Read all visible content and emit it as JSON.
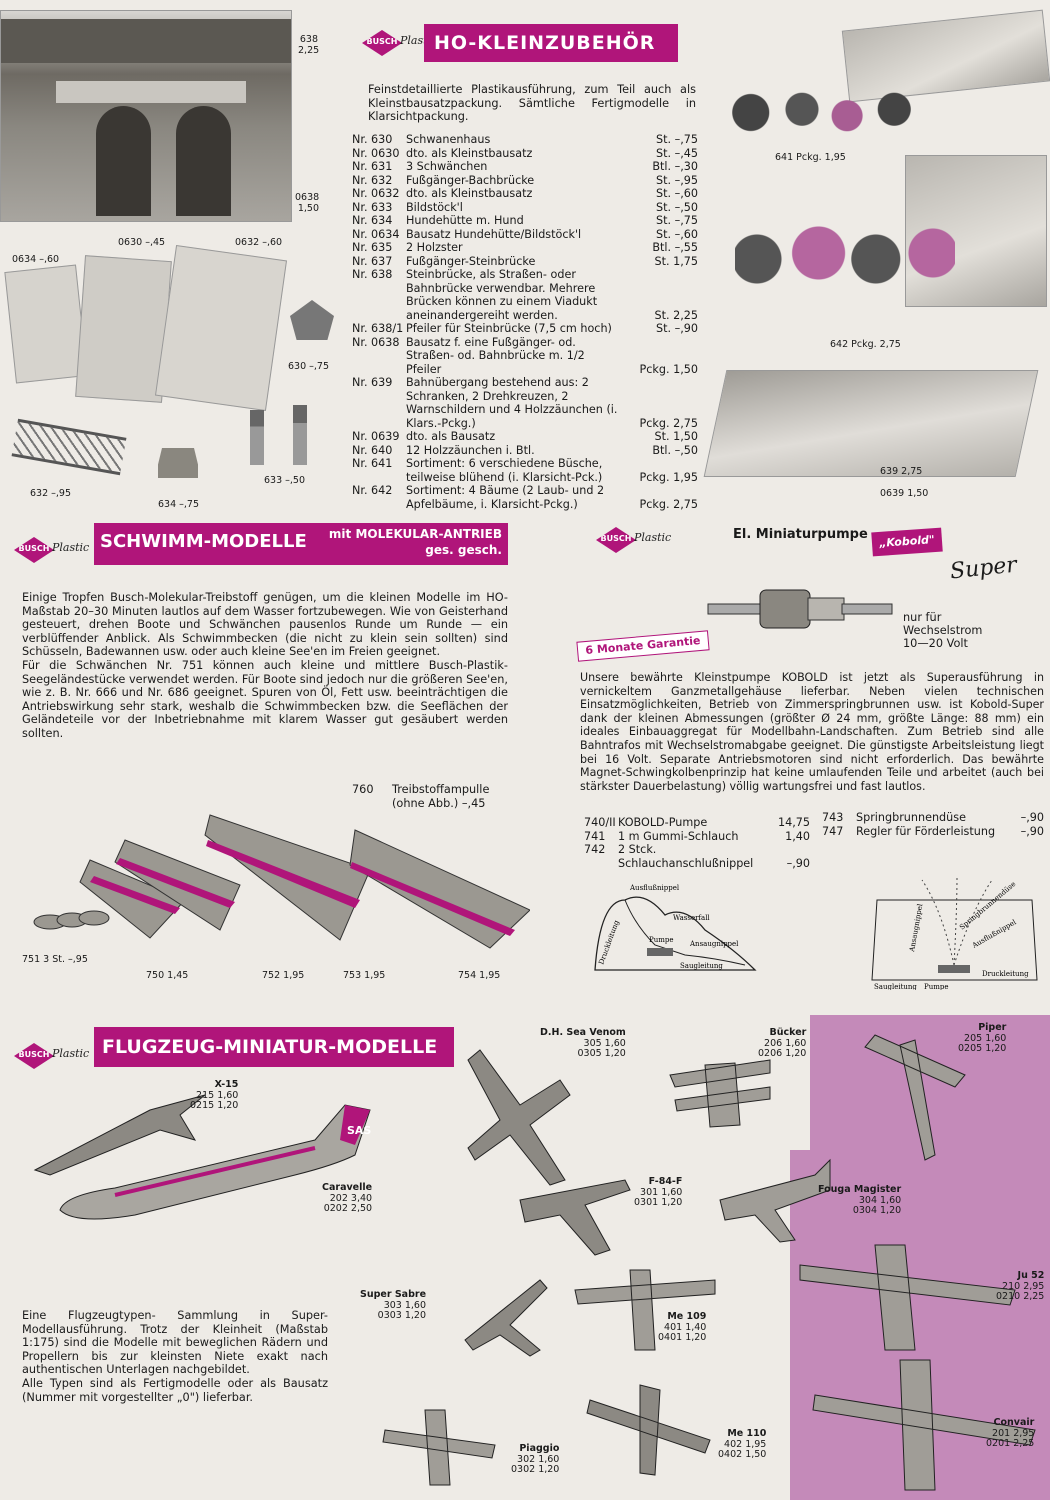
{
  "ho": {
    "title": "HO-KLEINZUBEHÖR",
    "intro": "Feinstdetaillierte Plastikausführung, zum Teil auch als Kleinstbausatzpackung. Sämtliche Fertigmodelle in Klarsichtpackung.",
    "items": [
      {
        "nr": "Nr. 630",
        "desc": "Schwanenhaus",
        "price": "St. –,75"
      },
      {
        "nr": "Nr. 0630",
        "desc": "dto. als Kleinstbausatz",
        "price": "St. –,45"
      },
      {
        "nr": "Nr. 631",
        "desc": "3 Schwänchen",
        "price": "Btl. –,30"
      },
      {
        "nr": "Nr. 632",
        "desc": "Fußgänger-Bachbrücke",
        "price": "St. –,95"
      },
      {
        "nr": "Nr. 0632",
        "desc": "dto. als Kleinstbausatz",
        "price": "St. –,60"
      },
      {
        "nr": "Nr. 633",
        "desc": "Bildstöck'l",
        "price": "St. –,50"
      },
      {
        "nr": "Nr. 634",
        "desc": "Hundehütte m. Hund",
        "price": "St. –,75"
      },
      {
        "nr": "Nr. 0634",
        "desc": "Bausatz Hundehütte/Bildstöck'l",
        "price": "St. –,60"
      },
      {
        "nr": "Nr. 635",
        "desc": "2 Holzster",
        "price": "Btl. –,55"
      },
      {
        "nr": "Nr. 637",
        "desc": "Fußgänger-Steinbrücke",
        "price": "St. 1,75"
      },
      {
        "nr": "Nr. 638",
        "desc": "Steinbrücke, als Straßen- oder Bahnbrücke verwendbar. Mehrere Brücken können zu einem Viadukt aneinandergereiht werden.",
        "price": "St. 2,25"
      },
      {
        "nr": "Nr. 638/1",
        "desc": "Pfeiler für Steinbrücke (7,5 cm hoch)",
        "price": "St. –,90"
      },
      {
        "nr": "Nr. 0638",
        "desc": "Bausatz f. eine Fußgänger- od. Straßen- od. Bahnbrücke m. 1/2 Pfeiler",
        "price": "Pckg. 1,50"
      },
      {
        "nr": "Nr. 639",
        "desc": "Bahnübergang bestehend aus: 2 Schranken, 2 Drehkreuzen, 2 Warnschildern und 4 Holzzäunchen (i. Klars.-Pckg.)",
        "price": "Pckg. 2,75"
      },
      {
        "nr": "Nr. 0639",
        "desc": "dto. als Bausatz",
        "price": "St. 1,50"
      },
      {
        "nr": "Nr. 640",
        "desc": "12 Holzzäunchen i. Btl.",
        "price": "Btl. –,50"
      },
      {
        "nr": "Nr. 641",
        "desc": "Sortiment: 6 verschiedene Büsche, teilweise blühend (i. Klarsicht-Pck.)",
        "price": "Pckg. 1,95"
      },
      {
        "nr": "Nr. 642",
        "desc": "Sortiment: 4 Bäume (2 Laub- und 2 Apfelbäume, i. Klarsicht-Pckg.)",
        "price": "Pckg. 2,75"
      }
    ],
    "photo_labels": {
      "l638": "638\n2,25",
      "l0638": "0638\n1,50",
      "l0630": "0630 –,45",
      "l0632": "0632 –,60",
      "l0634": "0634 –,60",
      "l630": "630 –,75",
      "l632": "632 –,95",
      "l634": "634 –,75",
      "l633": "633 –,50",
      "l641": "641 Pckg. 1,95",
      "l642": "642 Pckg. 2,75",
      "l639": "639 2,75",
      "l0639": "0639 1,50"
    }
  },
  "logo": {
    "mark": "BUSCH",
    "script": "Plastic"
  },
  "swim": {
    "title": "SCHWIMM-MODELLE",
    "subtitle1": "mit MOLEKULAR-ANTRIEB",
    "subtitle2": "ges. gesch.",
    "body": "Einige Tropfen Busch-Molekular-Treibstoff genügen, um die kleinen Modelle im HO-Maßstab 20–30 Minuten lautlos auf dem Wasser fortzubewegen. Wie von Geisterhand gesteuert, drehen Boote und Schwänchen pausenlos Runde um Runde — ein verblüffender Anblick. Als Schwimmbecken (die nicht zu klein sein sollten) sind Schüsseln, Badewannen usw. oder auch kleine See'en im Freien geeignet.\nFür die Schwänchen Nr. 751 können auch kleine und mittlere Busch-Plastik-Seegeländestücke verwendet werden. Für Boote sind jedoch nur die größeren See'en, wie z. B. Nr. 666 und Nr. 686 geeignet. Spuren von Öl, Fett usw. beeinträchtigen die Antriebswirkung sehr stark, weshalb die Schwimmbecken bzw. die Seeflächen der Geländeteile vor der Inbetriebnahme mit klarem Wasser gut gesäubert werden sollten.",
    "ampulle_nr": "760",
    "ampulle": "Treibstoffampulle\n(ohne Abb.) –,45",
    "labels": [
      "751 3 St. –,95",
      "750 1,45",
      "752 1,95",
      "753 1,95",
      "754 1,95"
    ]
  },
  "pump": {
    "title": "El. Miniaturpumpe",
    "brand": "„Kobold\"",
    "brand2": "Super",
    "garantie": "6 Monate Garantie",
    "strom": "nur für\nWechselstrom\n10—20 Volt",
    "body": "Unsere bewährte Kleinstpumpe KOBOLD ist jetzt als Superausführung in vernickeltem Ganzmetallgehäuse lieferbar. Neben vielen technischen Einsatzmöglichkeiten, Betrieb von Zimmerspringbrunnen usw. ist Kobold-Super dank der kleinen Abmessungen (größter Ø 24 mm, größte Länge: 88 mm) ein ideales Einbauaggregat für Modellbahn-Landschaften. Zum Betrieb sind alle Bahntrafos mit Wechselstromabgabe geeignet. Die günstigste Arbeitsleistung liegt bei 16 Volt. Separate Antriebsmotoren sind nicht erforderlich. Das bewährte Magnet-Schwingkolbenprinzip hat keine umlaufenden Teile und arbeitet (auch bei stärkster Dauerbelastung) völlig wartungsfrei und fast lautlos.",
    "items_left": [
      {
        "nr": "740/II",
        "desc": "KOBOLD-Pumpe",
        "price": "14,75"
      },
      {
        "nr": "741",
        "desc": "1 m Gummi-Schlauch",
        "price": "1,40"
      },
      {
        "nr": "742",
        "desc": "2 Stck. Schlauchanschlußnippel",
        "price": "–,90"
      }
    ],
    "items_right": [
      {
        "nr": "743",
        "desc": "Springbrunnendüse",
        "price": "–,90"
      },
      {
        "nr": "747",
        "desc": "Regler für Förderleistung",
        "price": "–,90"
      }
    ],
    "diagram1": [
      "Ausflußnippel",
      "Wasserfall",
      "Ansaugnippel",
      "Pumpe",
      "Saugleitung",
      "Druckleitung"
    ],
    "diagram2": [
      "Ansaugnippel",
      "Springbrunnendüse",
      "Ausflußnippel",
      "Druckleitung",
      "Saugleitung",
      "Pumpe"
    ]
  },
  "flug": {
    "title": "FLUGZEUG-MINIATUR-MODELLE",
    "body": "Eine Flugzeugtypen- Sammlung in Super-Modellausführung. Trotz der Kleinheit (Maßstab 1:175) sind die Modelle mit beweglichen Rädern und Propellern bis zur kleinsten Niete exakt nach authentischen Unterlagen nachgebildet.\nAlle Typen sind als Fertigmodelle oder als Bausatz (Nummer mit vorgestellter „0\") lieferbar.",
    "planes": [
      {
        "id": "x15",
        "name": "X-15",
        "l1": "215 1,60",
        "l2": "0215 1,20"
      },
      {
        "id": "caravelle",
        "name": "Caravelle",
        "l1": "202 3,40",
        "l2": "0202 2,50"
      },
      {
        "id": "venom",
        "name": "D.H. Sea Venom",
        "l1": "305 1,60",
        "l2": "0305 1,20"
      },
      {
        "id": "buecker",
        "name": "Bücker",
        "l1": "206 1,60",
        "l2": "0206 1,20"
      },
      {
        "id": "piper",
        "name": "Piper",
        "l1": "205 1,60",
        "l2": "0205 1,20"
      },
      {
        "id": "f84",
        "name": "F-84-F",
        "l1": "301 1,60",
        "l2": "0301 1,20"
      },
      {
        "id": "fouga",
        "name": "Fouga Magister",
        "l1": "304 1,60",
        "l2": "0304 1,20"
      },
      {
        "id": "ju52",
        "name": "Ju 52",
        "l1": "210 2,95",
        "l2": "0210 2,25"
      },
      {
        "id": "sabre",
        "name": "Super Sabre",
        "l1": "303 1,60",
        "l2": "0303 1,20"
      },
      {
        "id": "me109",
        "name": "Me 109",
        "l1": "401 1,40",
        "l2": "0401 1,20"
      },
      {
        "id": "piaggio",
        "name": "Piaggio",
        "l1": "302 1,60",
        "l2": "0302 1,20"
      },
      {
        "id": "me110",
        "name": "Me 110",
        "l1": "402 1,95",
        "l2": "0402 1,50"
      },
      {
        "id": "convair",
        "name": "Convair",
        "l1": "201 2,95",
        "l2": "0201 2,25"
      }
    ],
    "tail_text": "SAS"
  },
  "colors": {
    "accent": "#b0157a",
    "pink_bg": "#c48ab9",
    "paper": "#eeebe6"
  }
}
